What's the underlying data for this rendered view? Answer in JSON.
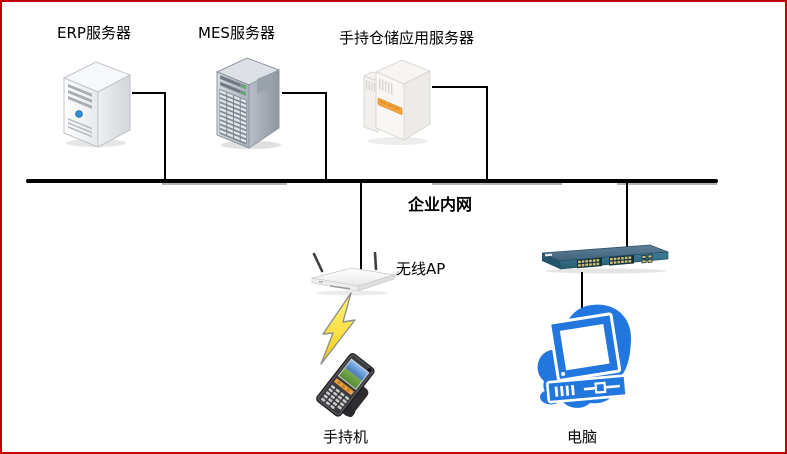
{
  "diagram": {
    "type": "network-topology",
    "bus": {
      "label": "企业内网"
    },
    "nodes": {
      "erp": {
        "label": "ERP服务器",
        "icon": "tower-server"
      },
      "mes": {
        "label": "MES服务器",
        "icon": "rack-tower-server"
      },
      "hhs": {
        "label": "手持仓储应用服务器",
        "icon": "application-server"
      },
      "ap": {
        "label": "无线AP",
        "icon": "wireless-access-point"
      },
      "switch": {
        "label": "",
        "icon": "ethernet-switch"
      },
      "handheld": {
        "label": "手持机",
        "icon": "handheld-terminal"
      },
      "pc": {
        "label": "电脑",
        "icon": "desktop-computer"
      }
    },
    "colors": {
      "frame_border": "#C00000",
      "connector": "#000000",
      "lightning_yellow": "#FFE14D",
      "pc_blue": "#2277DF",
      "switch_teal": "#3B7C94",
      "server_accent_orange": "#F3A43E",
      "led_green": "#3ECB4E",
      "power_button_blue": "#2F8FD6"
    }
  }
}
